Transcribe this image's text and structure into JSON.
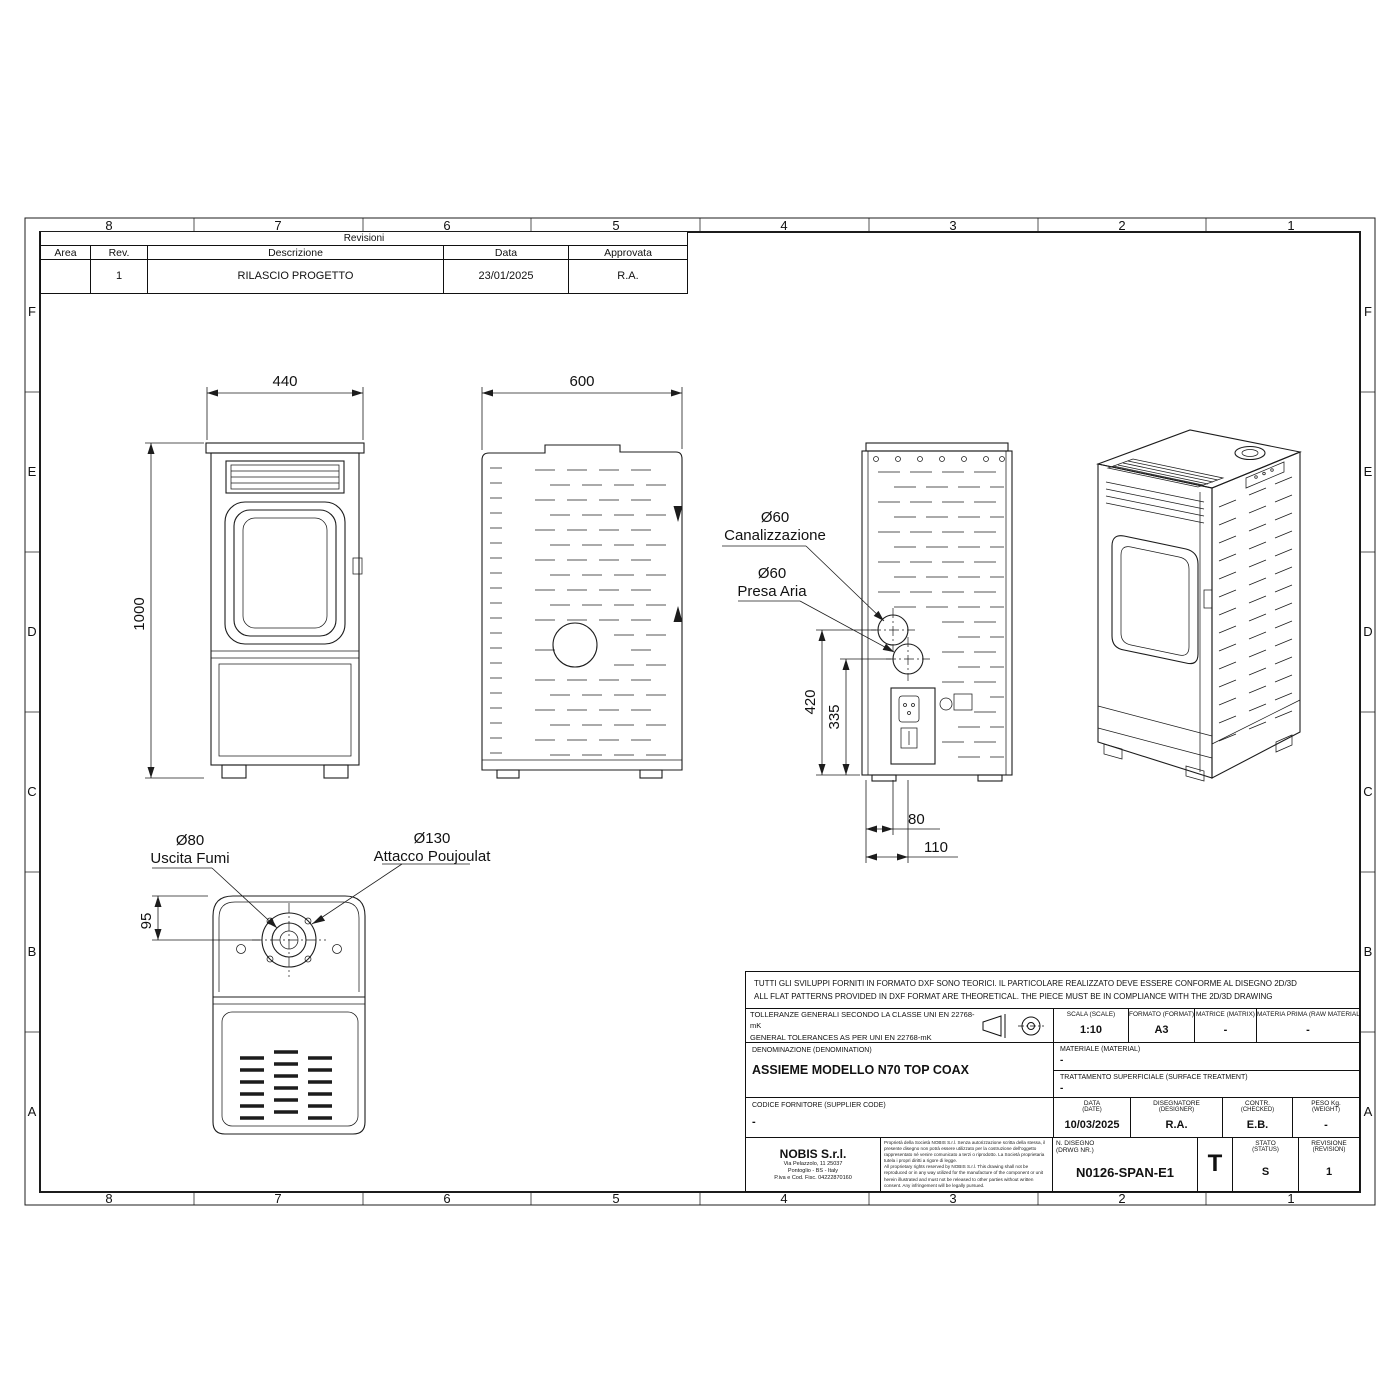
{
  "sheet": {
    "grid_cols": [
      "8",
      "7",
      "6",
      "5",
      "4",
      "3",
      "2",
      "1"
    ],
    "grid_rows": [
      "F",
      "E",
      "D",
      "C",
      "B",
      "A"
    ]
  },
  "revision_table": {
    "title": "Revisioni",
    "col_area": "Area",
    "col_rev": "Rev.",
    "col_desc": "Descrizione",
    "col_date": "Data",
    "col_approved": "Approvata",
    "rows": [
      {
        "area": "",
        "rev": "1",
        "desc": "RILASCIO PROGETTO",
        "date": "23/01/2025",
        "approved": "R.A."
      }
    ]
  },
  "drawing": {
    "dim_front_width": "440",
    "dim_front_height": "1000",
    "dim_side_depth": "600",
    "dim_rear_420": "420",
    "dim_rear_335": "335",
    "dim_rear_80": "80",
    "dim_rear_110": "110",
    "dim_top_95": "95",
    "callout_canalizzazione_dia": "Ø60",
    "callout_canalizzazione_label": "Canalizzazione",
    "callout_presa_aria_dia": "Ø60",
    "callout_presa_aria_label": "Presa Aria",
    "callout_uscita_fumi_dia": "Ø80",
    "callout_uscita_fumi_label": "Uscita Fumi",
    "callout_attacco_dia": "Ø130",
    "callout_attacco_label": "Attacco Poujoulat"
  },
  "title_block": {
    "note_line1": "TUTTI GLI SVILUPPI FORNITI IN FORMATO DXF SONO TEORICI. IL PARTICOLARE REALIZZATO DEVE ESSERE CONFORME AL DISEGNO 2D/3D",
    "note_line2": "ALL FLAT PATTERNS PROVIDED IN DXF FORMAT ARE THEORETICAL. THE PIECE MUST BE IN COMPLIANCE WITH THE 2D/3D DRAWING",
    "tolerances_line1": "TOLLERANZE GENERALI SECONDO LA CLASSE UNI EN 22768-mK",
    "tolerances_line2": "GENERAL TOLERANCES AS PER UNI EN 22768-mK",
    "scale_label": "SCALA (SCALE)",
    "scale_value": "1:10",
    "format_label": "FORMATO (FORMAT)",
    "format_value": "A3",
    "matrix_label": "MATRICE (MATRIX)",
    "matrix_value": "-",
    "raw_material_label": "MATERIA PRIMA (RAW MATERIAL)",
    "raw_material_value": "-",
    "denomination_label": "DENOMINAZIONE  (DENOMINATION)",
    "denomination_value": "ASSIEME MODELLO N70 TOP COAX",
    "material_label": "MATERIALE  (MATERIAL)",
    "material_value": "-",
    "surface_label": "TRATTAMENTO SUPERFICIALE (SURFACE TREATMENT)",
    "surface_value": "-",
    "supplier_label": "CODICE FORNITORE   (SUPPLIER CODE)",
    "supplier_value": "-",
    "date_label": "DATA",
    "date_sublabel": "(DATE)",
    "date_value": "10/03/2025",
    "designer_label": "DISEGNATORE",
    "designer_sublabel": "(DESIGNER)",
    "designer_value": "R.A.",
    "checked_label": "CONTR.",
    "checked_sublabel": "(CHECKED)",
    "checked_value": "E.B.",
    "weight_label": "PESO Kg.",
    "weight_sublabel": "(WEIGHT)",
    "weight_value": "-",
    "company_name": "NOBIS S.r.l.",
    "company_addr1": "Via Pelazzolo, 11 25037",
    "company_addr2": "Pontoglio - BS - Italy",
    "company_addr3": "P.iva e Cod. Fisc. 04222870160",
    "proprietary_it": "Proprietà della Società NOBIS S.r.l. Senza autorizzazione scritta della stessa, il presente disegno non potrà essere utilizzato per la costruzione dell'oggetto rappresentato né venire comunicato a terzi o riprodotto. La Società proprietaria tutela i propri diritti a rigore di legge.",
    "proprietary_en": "All proprietary rights reserved by NOBIS S.r.l. This drawing shall not be reproduced or in any way utilized for the manufacture of the component or unit herein illustrated and must not be released to other parties without written consent. Any infringement will be legally pursued.",
    "drawing_no_label": "N. DISEGNO",
    "drawing_no_sublabel": "(DRWG NR.)",
    "drawing_no_value": "N0126-SPAN-E1",
    "projection_letter": "T",
    "status_label": "STATO",
    "status_sublabel": "(STATUS)",
    "status_value": "S",
    "revision_label": "REVISIONE",
    "revision_sublabel": "(REVISION)",
    "revision_value": "1"
  }
}
